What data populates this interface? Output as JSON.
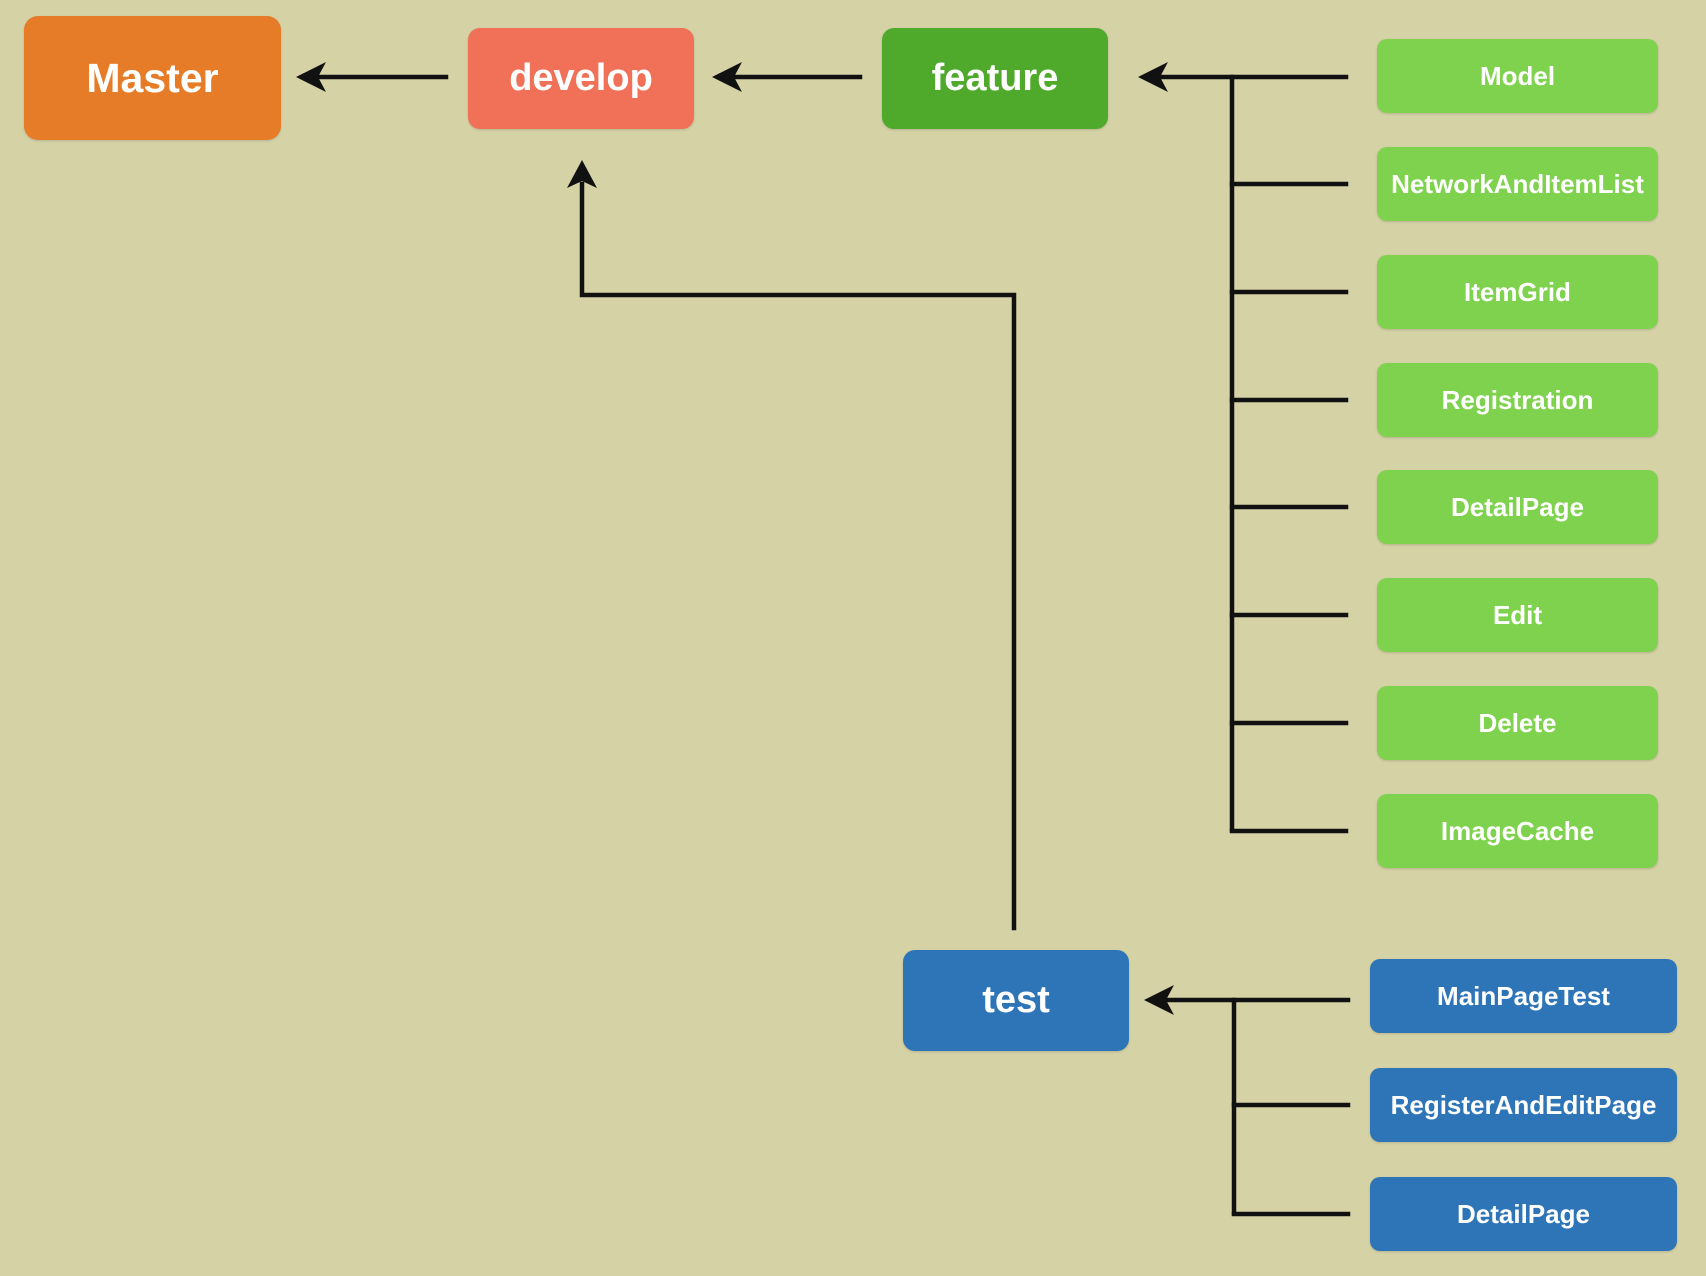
{
  "colors": {
    "background": "#d5d2a6",
    "master": "#e67c28",
    "develop": "#f07157",
    "feature": "#4faa2c",
    "feature_item": "#7fd24d",
    "test": "#2e75b8",
    "connector": "#111111"
  },
  "nodes": {
    "master": "Master",
    "develop": "develop",
    "feature": "feature",
    "test": "test"
  },
  "feature_branches": [
    "Model",
    "NetworkAndItemList",
    "ItemGrid",
    "Registration",
    "DetailPage",
    "Edit",
    "Delete",
    "ImageCache"
  ],
  "test_branches": [
    "MainPageTest",
    "RegisterAndEditPage",
    "DetailPage"
  ]
}
